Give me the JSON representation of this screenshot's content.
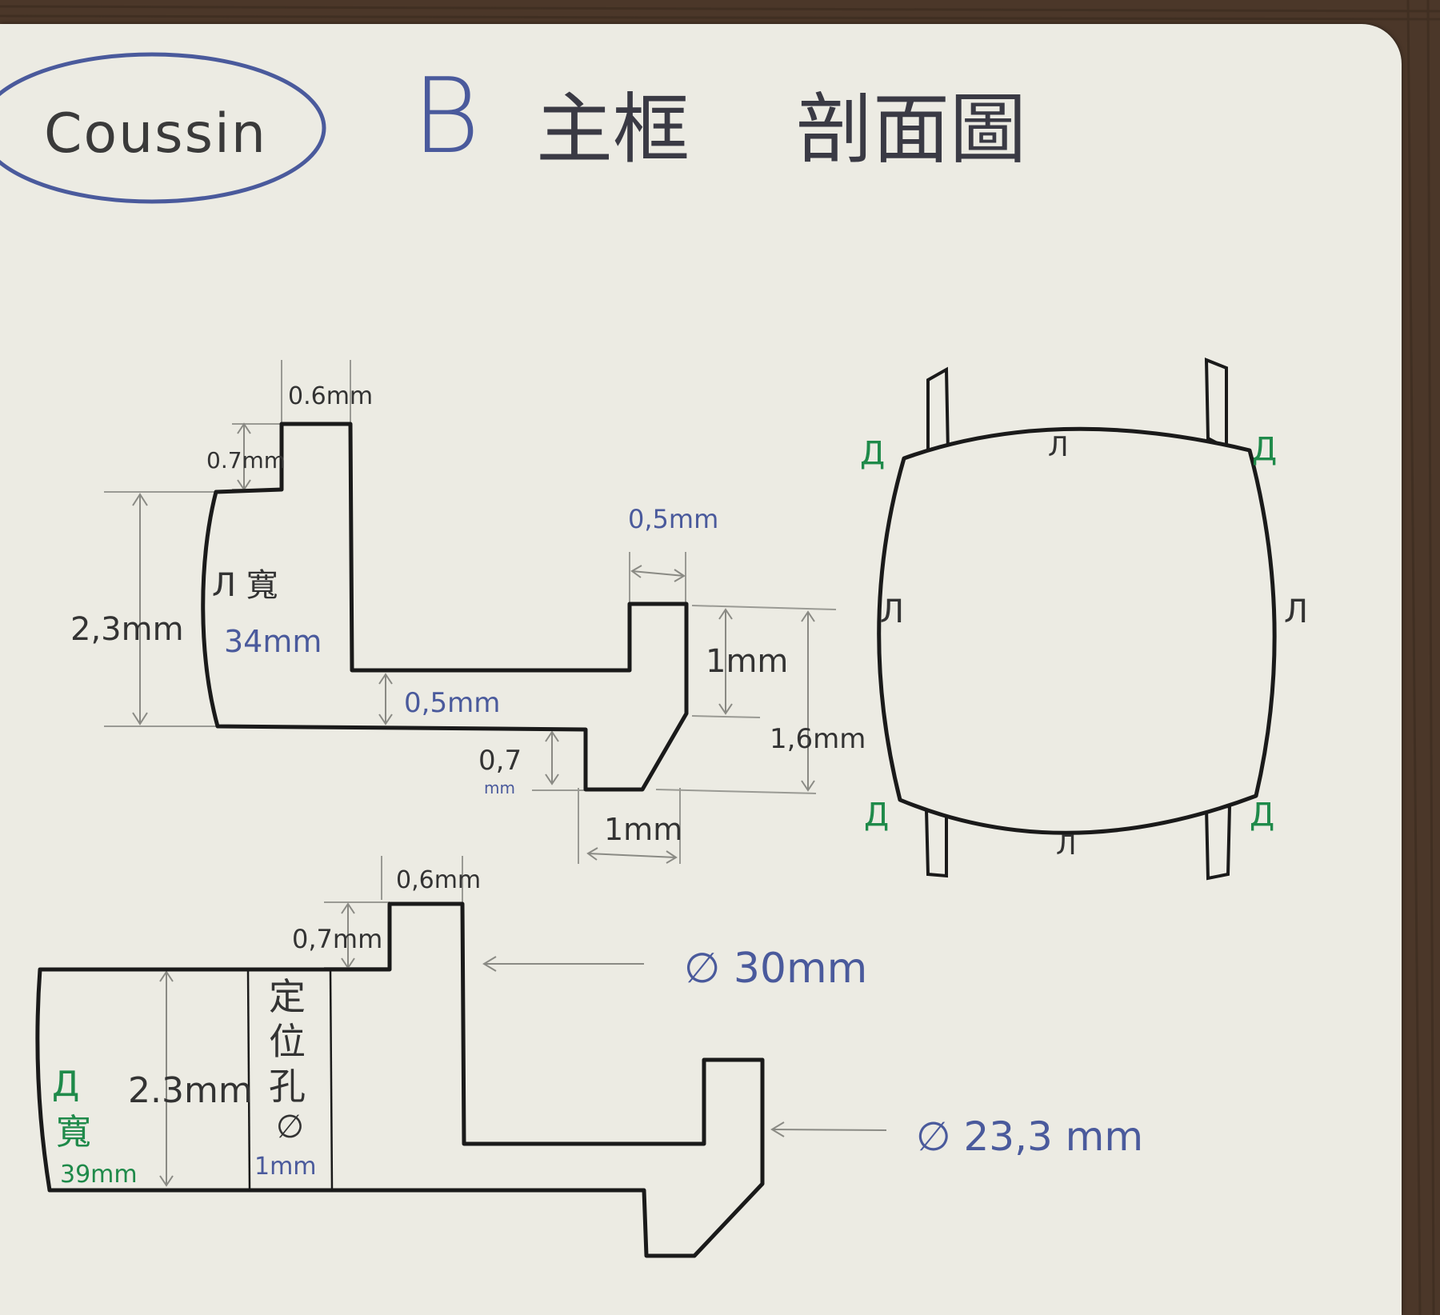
{
  "header": {
    "logo_text": "Coussin",
    "letter": "B",
    "title_1": "主框",
    "title_2": "剖面圖"
  },
  "top_section": {
    "dim_width_top": "0.6mm",
    "dim_step_top": "0.7mm",
    "dim_height_left": "2,3mm",
    "width_label_1": "Л 寬",
    "width_label_2": "34mm",
    "dim_slot_width": "0,5mm",
    "dim_floor": "0,5mm",
    "dim_lug_height": "1mm",
    "dim_total_height": "1,6mm",
    "dim_lower_step_1": "0,7",
    "dim_lower_step_2": "mm",
    "dim_bottom_width": "1mm"
  },
  "case_view": {
    "label_top": "Л",
    "label_left": "Л",
    "label_right": "Л",
    "label_bottom": "Л",
    "corner_tl": "Д",
    "corner_tr": "Д",
    "corner_bl": "Д",
    "corner_br": "Д"
  },
  "bottom_section": {
    "dim_width_top": "0,6mm",
    "dim_step_top": "0,7mm",
    "dim_diameter_outer": "∅ 30mm",
    "dim_height_left": "2.3mm",
    "width_label_1": "Д",
    "width_label_2": "寬",
    "width_label_3": "39mm",
    "hole_label_1": "定",
    "hole_label_2": "位",
    "hole_label_3": "孔",
    "hole_label_4": "∅",
    "hole_label_5": "1mm",
    "dim_diameter_inner": "∅ 23,3 mm"
  },
  "colors": {
    "ink": "#1a1a1a",
    "blue_ink": "#4a5a9c",
    "green_ink": "#1f8a4a",
    "pencil": "#9a9a94",
    "paper": "#ecebe3"
  }
}
